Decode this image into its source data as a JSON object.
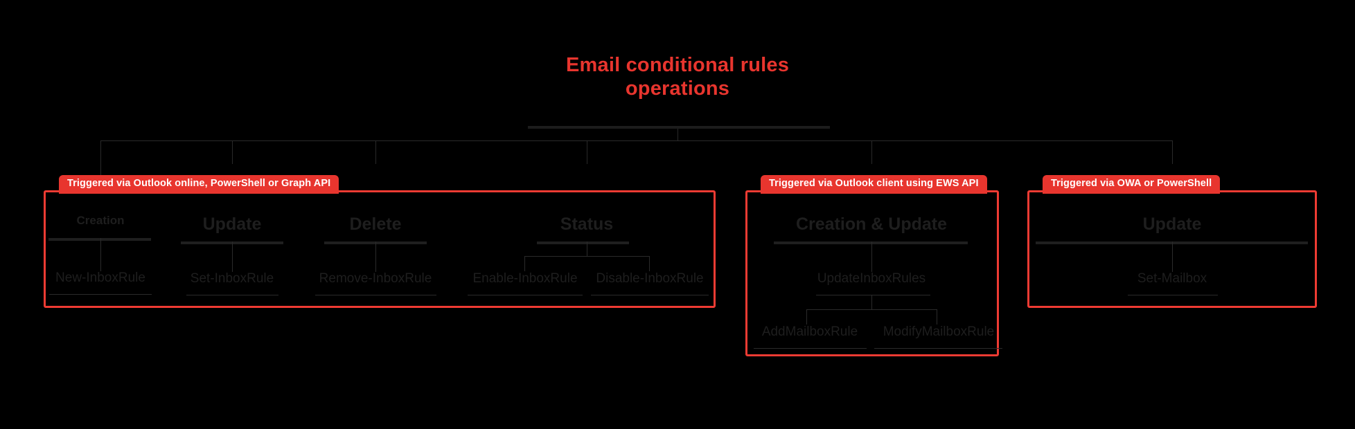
{
  "title": {
    "line1": "Email conditional rules",
    "line2": "operations"
  },
  "colors": {
    "accent_red": "#e8352e",
    "border_red": "#ef3b33",
    "background": "#000000",
    "node_text": "#1e1e1e",
    "connector": "#2b2b2b"
  },
  "groups": [
    {
      "badge": "Triggered via Outlook online, PowerShell or Graph API",
      "branches": [
        {
          "head": "Creation",
          "children": [
            {
              "label": "New-InboxRule",
              "children": []
            }
          ]
        },
        {
          "head": "Update",
          "children": [
            {
              "label": "Set-InboxRule",
              "children": []
            }
          ]
        },
        {
          "head": "Delete",
          "children": [
            {
              "label": "Remove-InboxRule",
              "children": []
            }
          ]
        },
        {
          "head": "Status",
          "children": [
            {
              "label": "Enable-InboxRule",
              "children": []
            },
            {
              "label": "Disable-InboxRule",
              "children": []
            }
          ]
        }
      ]
    },
    {
      "badge": "Triggered via Outlook client using EWS API",
      "branches": [
        {
          "head": "Creation & Update",
          "children": [
            {
              "label": "UpdateInboxRules",
              "children": [
                {
                  "label": "AddMailboxRule"
                },
                {
                  "label": "ModifyMailboxRule"
                }
              ]
            }
          ]
        }
      ]
    },
    {
      "badge": "Triggered via OWA or PowerShell",
      "branches": [
        {
          "head": "Update",
          "children": [
            {
              "label": "Set-Mailbox",
              "children": []
            }
          ]
        }
      ]
    }
  ]
}
